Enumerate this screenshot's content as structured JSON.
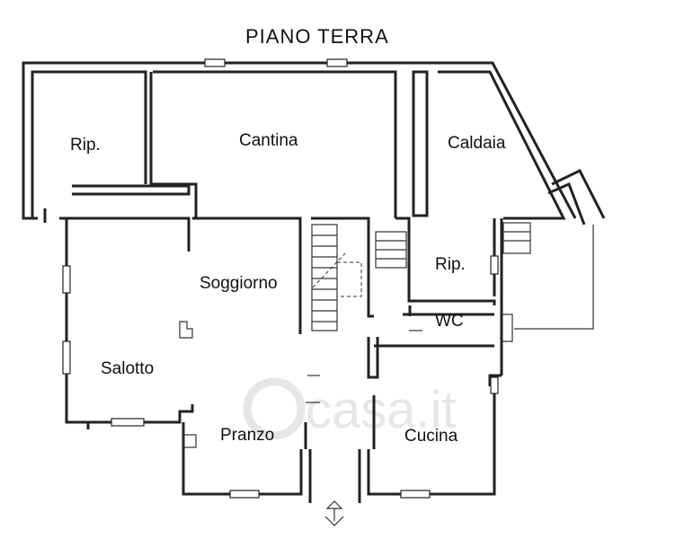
{
  "title": "PIANO TERRA",
  "rooms": {
    "rip_top_left": "Rip.",
    "cantina": "Cantina",
    "caldaia": "Caldaia",
    "soggiorno": "Soggiorno",
    "rip_right": "Rip.",
    "wc": "WC",
    "salotto": "Salotto",
    "pranzo": "Pranzo",
    "cucina": "Cucina"
  },
  "watermark": "casa.it"
}
